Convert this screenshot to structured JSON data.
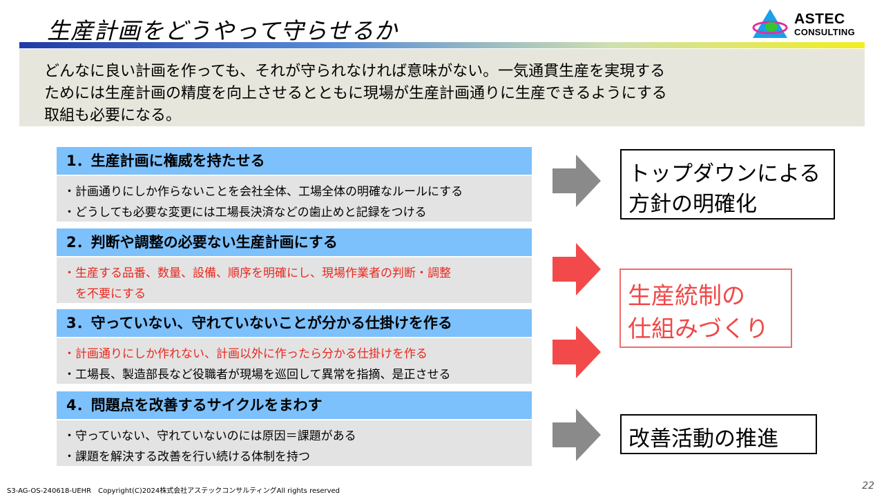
{
  "slide": {
    "title": "生産計画をどうやって守らせるか",
    "logo": {
      "line1": "ASTEC",
      "line2": "CONSULTING"
    },
    "intro": [
      "どんなに良い計画を作っても、それが守られなければ意味がない。一気通貫生産を実現する",
      "ためには生産計画の精度を向上させるとともに現場が生産計画通りに生産できるようにする",
      "取組も必要になる。"
    ],
    "sections": [
      {
        "heading": "1．生産計画に権威を持たせる",
        "bullets": [
          "・計画通りにしか作らないことを会社全体、工場全体の明確なルールにする",
          "・どうしても必要な変更には工場長決済などの歯止めと記録をつける"
        ]
      },
      {
        "heading": "2．判断や調整の必要ない生産計画にする",
        "bullets": [
          "・生産する品番、数量、設備、順序を明確にし、現場作業者の判断・調整",
          "　を不要にする"
        ]
      },
      {
        "heading": "3．守っていない、守れていないことが分かる仕掛けを作る",
        "bullets": [
          "・計画通りにしか作れない、計画以外に作ったら分かる仕掛けを作る",
          "・工場長、製造部長など役職者が現場を巡回して異常を指摘、是正させる"
        ]
      },
      {
        "heading": "4．問題点を改善するサイクルをまわす",
        "bullets": [
          "・守っていない、守れていないのには原因＝課題がある",
          "・課題を解決する改善を行い続ける体制を持つ"
        ]
      }
    ],
    "outcomes": [
      {
        "lines": [
          "トップダウンによる",
          "方針の明確化"
        ]
      },
      {
        "lines": [
          "生産統制の",
          "仕組みづくり"
        ]
      },
      {
        "lines": [
          "改善活動の推進"
        ]
      }
    ],
    "colors": {
      "section_header": "#7cc0fc",
      "section_body": "#e3e3e3",
      "arrow_gray": "#8a8a8a",
      "arrow_red": "#f24a4a",
      "highlight_red": "#e8281f"
    },
    "footer": {
      "copyright": "S3-AG-OS-240618-UEHR　Copyright(C)2024株式会社アステックコンサルティングAll rights reserved",
      "page": "22"
    }
  }
}
